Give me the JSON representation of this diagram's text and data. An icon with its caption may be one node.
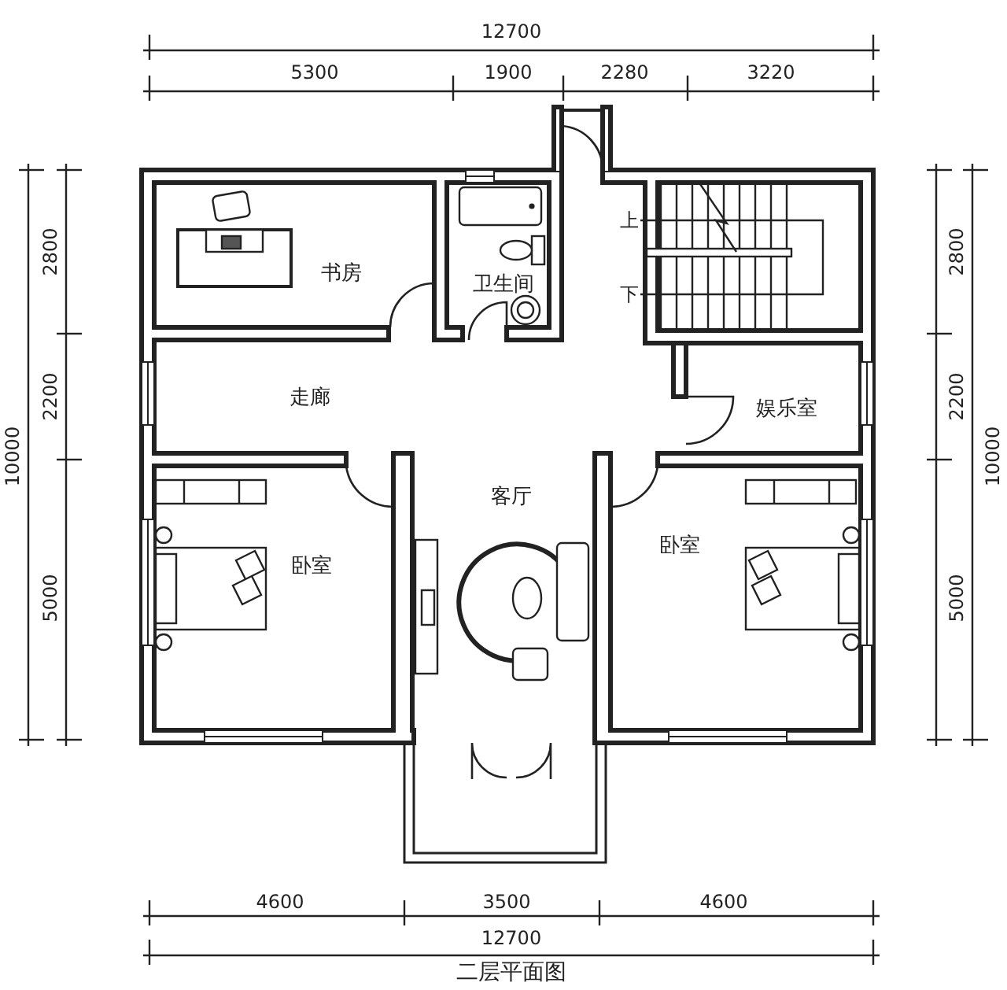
{
  "diagram": {
    "caption": "二层平面图",
    "nodes": [
      {
        "text": [
          "书房"
        ]
      },
      {
        "text": [
          "卫生间"
        ]
      },
      {
        "text": [
          "走廊"
        ]
      },
      {
        "text": [
          "娱乐室"
        ]
      },
      {
        "text": [
          "客厅"
        ]
      },
      {
        "text": [
          "卧室"
        ]
      },
      {
        "text": [
          "卧室"
        ]
      }
    ],
    "labels": [
      "12700",
      "5300",
      "1900",
      "2280",
      "3220",
      "2800",
      "2800",
      "2200",
      "2200",
      "10000",
      "10000",
      "5000",
      "5000",
      "上",
      "下",
      "4600",
      "3500",
      "4600",
      "12700"
    ]
  }
}
